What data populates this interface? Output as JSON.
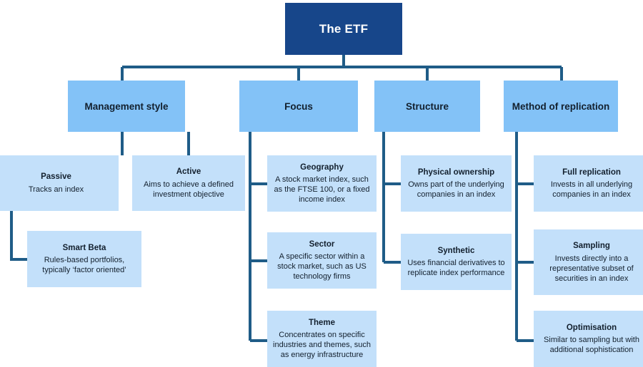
{
  "diagram": {
    "title": "The ETF",
    "colors": {
      "root_fill": "#17468a",
      "root_text": "#ffffff",
      "level2_fill": "#83c2f7",
      "level3_fill": "#c3e0fa",
      "connector": "#1f5c87",
      "text": "#13202e",
      "background": "#ffffff"
    },
    "root": {
      "label": "The ETF"
    },
    "branches": [
      {
        "label": "Management style",
        "children": [
          {
            "title": "Passive",
            "desc": "Tracks an index"
          },
          {
            "title": "Active",
            "desc": "Aims to achieve a defined investment objective"
          },
          {
            "title": "Smart Beta",
            "desc": "Rules-based portfolios, typically ‘factor oriented’"
          }
        ]
      },
      {
        "label": "Focus",
        "children": [
          {
            "title": "Geography",
            "desc": "A stock market index, such as the FTSE 100, or a fixed income index"
          },
          {
            "title": "Sector",
            "desc": "A specific sector within a stock market, such as US technology firms"
          },
          {
            "title": "Theme",
            "desc": "Concentrates on specific industries and themes, such as energy infrastructure"
          }
        ]
      },
      {
        "label": "Structure",
        "children": [
          {
            "title": "Physical ownership",
            "desc": "Owns part of the underlying companies in an index"
          },
          {
            "title": "Synthetic",
            "desc": "Uses financial derivatives to replicate index performance"
          }
        ]
      },
      {
        "label": "Method of replication",
        "children": [
          {
            "title": "Full replication",
            "desc": "Invests in all underlying companies in an index"
          },
          {
            "title": "Sampling",
            "desc": "Invests directly into a representative subset of securities in an index"
          },
          {
            "title": "Optimisation",
            "desc": "Similar to sampling but with additional sophistication"
          }
        ]
      }
    ]
  }
}
